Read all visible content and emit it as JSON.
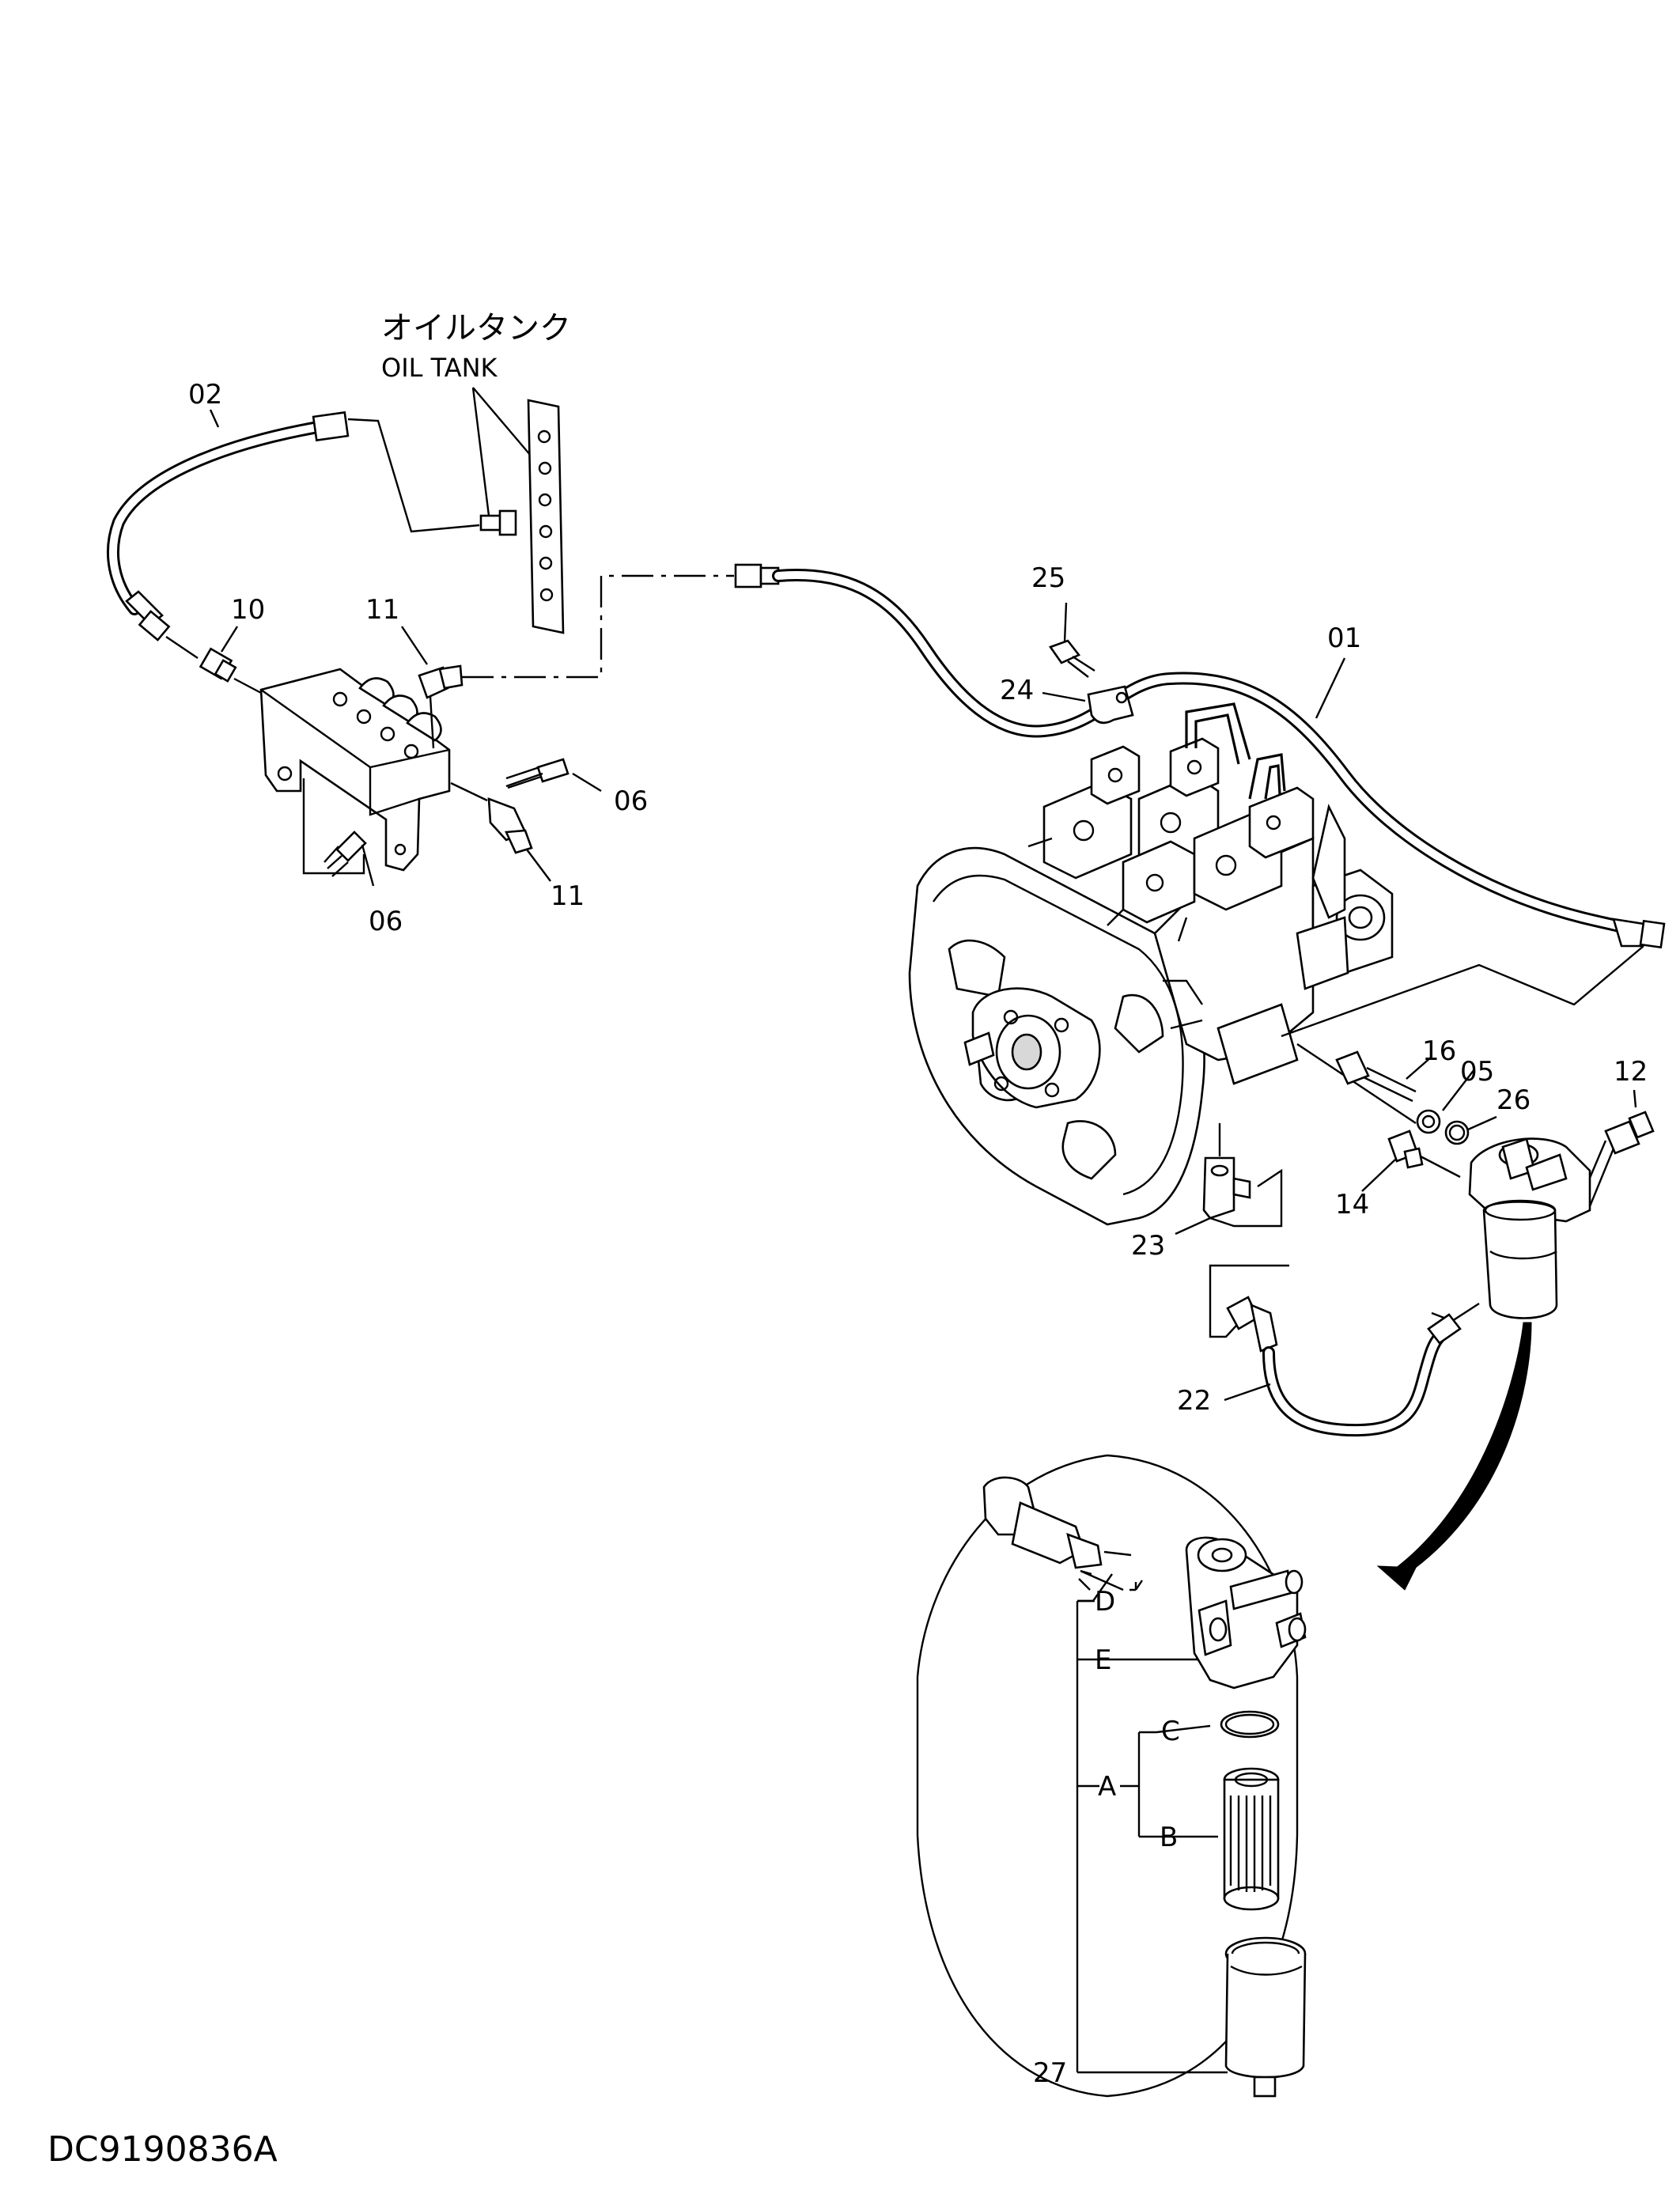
{
  "title": {
    "japanese": "オイルタンク",
    "english": "OIL TANK"
  },
  "drawing_code": "DC9190836A",
  "callouts": {
    "p01": "01",
    "p02": "02",
    "p05": "05",
    "p06a": "06",
    "p06b": "06",
    "p10": "10",
    "p11a": "11",
    "p11b": "11",
    "p12": "12",
    "p14": "14",
    "p16": "16",
    "p22": "22",
    "p23": "23",
    "p24": "24",
    "p25": "25",
    "p26": "26",
    "p27": "27"
  },
  "detail_callouts": {
    "A": "A",
    "B": "B",
    "C": "C",
    "D": "D",
    "E": "E"
  },
  "colors": {
    "line": "#000000",
    "background": "#ffffff"
  }
}
